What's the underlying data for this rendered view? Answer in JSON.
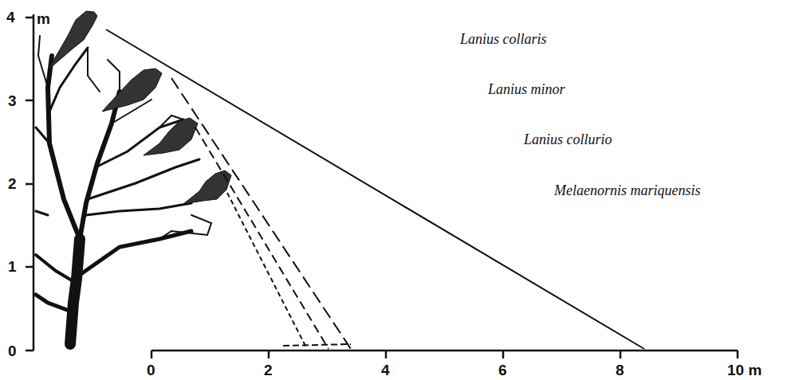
{
  "diagram": {
    "labels": [
      "Lanius collaris",
      "Lanius minor",
      "Lanius collurio",
      "Melaenornis mariquensis",
      "4",
      "m",
      "3",
      "2",
      "1",
      "0",
      "0",
      "2",
      "4",
      "6",
      "8",
      "10 m"
    ]
  }
}
